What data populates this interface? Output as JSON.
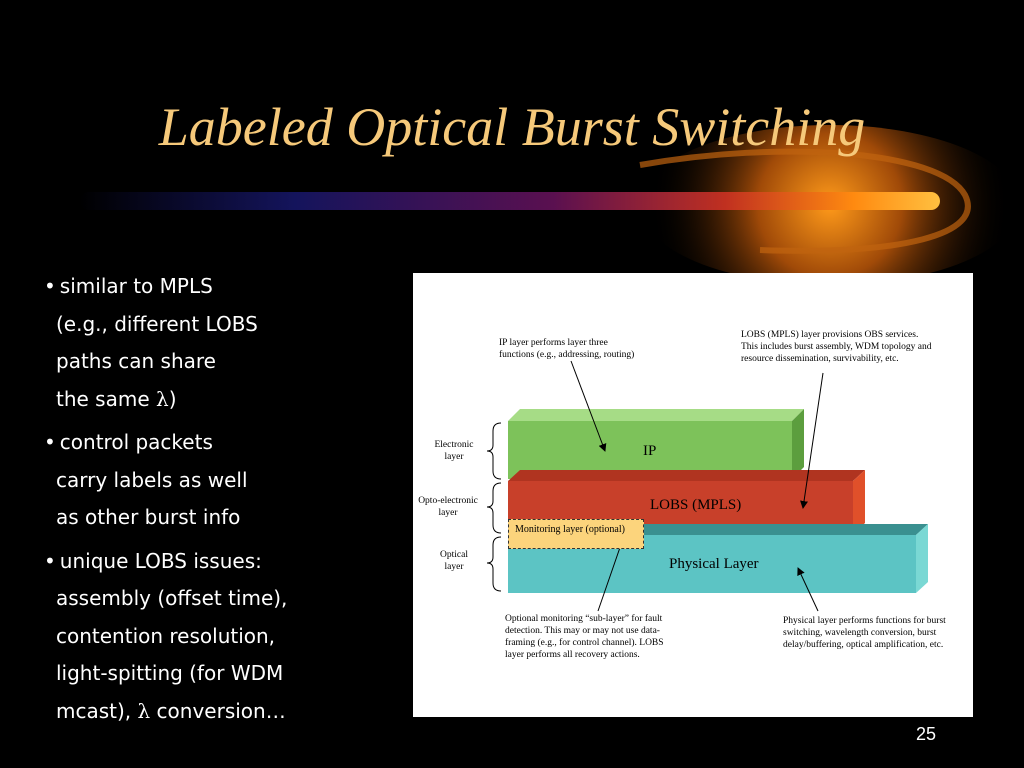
{
  "slide": {
    "title": "Labeled Optical Burst Switching",
    "page_number": "25"
  },
  "bullets": [
    {
      "lines": [
        "similar to MPLS",
        "(e.g., different LOBS",
        "paths can share",
        "the same "
      ],
      "tail_symbol": "λ",
      "tail_text": ")"
    },
    {
      "lines": [
        "control packets",
        "carry labels as well",
        "as other burst info"
      ]
    },
    {
      "lines": [
        "unique LOBS issues:",
        "assembly (offset time),",
        "contention resolution,",
        "light-spitting (for WDM",
        "mcast), "
      ],
      "tail_symbol": "λ",
      "tail_text": " conversion…"
    }
  ],
  "diagram": {
    "layers": {
      "ip": "IP",
      "lobs": "LOBS (MPLS)",
      "physical": "Physical Layer",
      "monitoring": "Monitoring layer (optional)"
    },
    "side_labels": {
      "electronic": [
        "Electronic",
        "layer"
      ],
      "opto": [
        "Opto-electronic",
        "layer"
      ],
      "optical": [
        "Optical",
        "layer"
      ]
    },
    "notes": {
      "ip": [
        "IP layer performs layer three",
        "functions (e.g., addressing, routing)"
      ],
      "lobs": [
        "LOBS (MPLS) layer provisions OBS  services.",
        "This includes burst  assembly, WDM topology and",
        "resource dissemination, survivability, etc."
      ],
      "monitoring": [
        "Optional monitoring “sub-layer” for fault",
        "detection.  This may or may not  use data-",
        "framing (e.g., for control channel).  LOBS",
        "layer performs all recovery actions."
      ],
      "physical": [
        "Physical layer performs functions for burst",
        "switching, wavelength conversion, burst",
        "delay/buffering, optical amplification, etc."
      ]
    },
    "colors": {
      "ip": "#7dc25a",
      "lobs": "#c8402a",
      "physical": "#5cc4c4",
      "monitoring": "#fcd47c"
    }
  }
}
